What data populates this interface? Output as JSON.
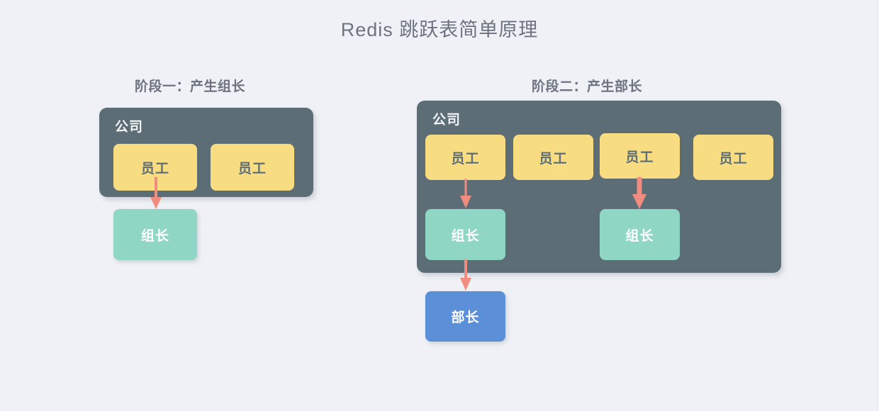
{
  "page": {
    "title": "Redis 跳跃表简单原理",
    "background_color": "#eff1f6",
    "title_color": "#6c727f"
  },
  "palette": {
    "company_box": "#5d6d76",
    "employee": "#f7dc82",
    "leader": "#8fd6c4",
    "director": "#5b8fd8",
    "arrow": "#f08c80",
    "employee_text": "#5d6d76",
    "white_text": "#ffffff"
  },
  "stages": [
    {
      "id": "stage-1",
      "title": "阶段一：产生组长",
      "company_label": "公司",
      "employees": [
        {
          "label": "员工"
        },
        {
          "label": "员工"
        }
      ],
      "leaders": [
        {
          "label": "组长"
        }
      ],
      "directors": [],
      "arrows": [
        {
          "from": "employee-1",
          "to": "leader-1",
          "color": "#f08c80",
          "style": "solid-thin"
        }
      ]
    },
    {
      "id": "stage-2",
      "title": "阶段二：产生部长",
      "company_label": "公司",
      "employees": [
        {
          "label": "员工"
        },
        {
          "label": "员工"
        },
        {
          "label": "员工"
        },
        {
          "label": "员工"
        }
      ],
      "leaders": [
        {
          "label": "组长"
        },
        {
          "label": "组长"
        }
      ],
      "directors": [
        {
          "label": "部长"
        }
      ],
      "arrows": [
        {
          "from": "employee-1",
          "to": "leader-1",
          "color": "#f08c80",
          "style": "thin"
        },
        {
          "from": "employee-3",
          "to": "leader-2",
          "color": "#f08c80",
          "style": "thick"
        },
        {
          "from": "leader-1",
          "to": "director-1",
          "color": "#f08c80",
          "style": "thin"
        }
      ]
    }
  ]
}
